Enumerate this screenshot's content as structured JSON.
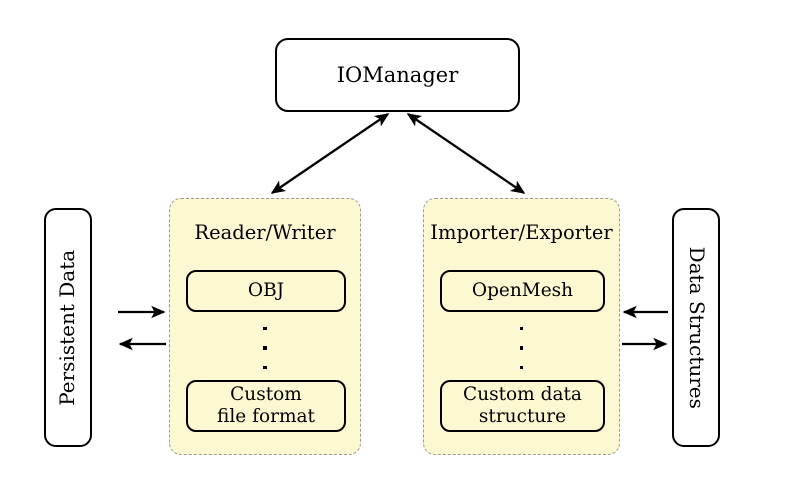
{
  "diagram": {
    "title_node": {
      "label": "IOManager"
    },
    "left_box": {
      "label": "Persistent Data"
    },
    "right_box": {
      "label": "Data Structures"
    },
    "groups": [
      {
        "title": "Reader/Writer",
        "items": [
          {
            "label": "OBJ"
          },
          {
            "label": "Custom\nfile format"
          }
        ],
        "ellipsis": "⋮"
      },
      {
        "title": "Importer/Exporter",
        "items": [
          {
            "label": "OpenMesh"
          },
          {
            "label": "Custom data\nstructure"
          }
        ],
        "ellipsis": "⋮"
      }
    ],
    "item_labels": {
      "obj": "OBJ",
      "custom_file_format_line1": "Custom",
      "custom_file_format_line2": "file format",
      "openmesh": "OpenMesh",
      "custom_data_structure_line1": "Custom data",
      "custom_data_structure_line2": "structure"
    },
    "connections": [
      {
        "name": "iomanager-to-reader-writer",
        "style": "double-headed"
      },
      {
        "name": "iomanager-to-importer-exporter",
        "style": "double-headed"
      },
      {
        "name": "persistent-data-to-reader-writer",
        "style": "single-right"
      },
      {
        "name": "reader-writer-to-persistent-data",
        "style": "single-left"
      },
      {
        "name": "data-structures-to-importer-exporter",
        "style": "single-left"
      },
      {
        "name": "importer-exporter-to-data-structures",
        "style": "single-right"
      }
    ],
    "colors": {
      "group_fill": "#fcf8d2",
      "group_border": "#9a9a9a",
      "node_border": "#000000",
      "background": "#ffffff",
      "text": "#000000"
    }
  }
}
